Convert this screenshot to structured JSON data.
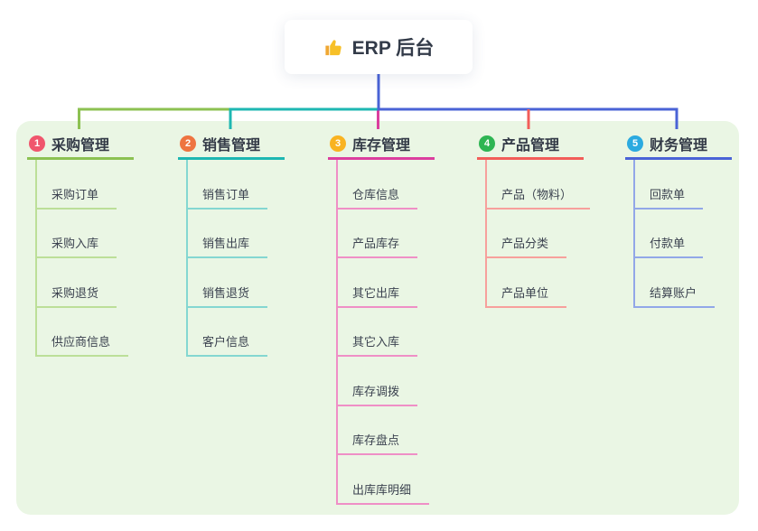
{
  "root": {
    "label": "ERP 后台",
    "icon": "thumbs-up-icon",
    "icon_color": "#f7c028"
  },
  "panel_bg": "#eaf6e4",
  "root_line_color": "#4a63d6",
  "branches": [
    {
      "index": "1",
      "label": "采购管理",
      "badge_color": "#f0566d",
      "line_color": "#8cc152",
      "child_line_color": "#bcdf98",
      "children": [
        "采购订单",
        "采购入库",
        "采购退货",
        "供应商信息"
      ]
    },
    {
      "index": "2",
      "label": "销售管理",
      "badge_color": "#ee7440",
      "line_color": "#1eb7b2",
      "child_line_color": "#84d7d1",
      "children": [
        "销售订单",
        "销售出库",
        "销售退货",
        "客户信息"
      ]
    },
    {
      "index": "3",
      "label": "库存管理",
      "badge_color": "#f9b321",
      "line_color": "#db3e9e",
      "child_line_color": "#ef8fc6",
      "children": [
        "仓库信息",
        "产品库存",
        "其它出库",
        "其它入库",
        "库存调拨",
        "库存盘点",
        "出库库明细"
      ]
    },
    {
      "index": "4",
      "label": "产品管理",
      "badge_color": "#2eb553",
      "line_color": "#f25d59",
      "child_line_color": "#f7a09c",
      "children": [
        "产品（物料）",
        "产品分类",
        "产品单位"
      ]
    },
    {
      "index": "5",
      "label": "财务管理",
      "badge_color": "#2baae0",
      "line_color": "#4a63d6",
      "child_line_color": "#92a7e8",
      "children": [
        "回款单",
        "付款单",
        "结算账户"
      ]
    }
  ]
}
